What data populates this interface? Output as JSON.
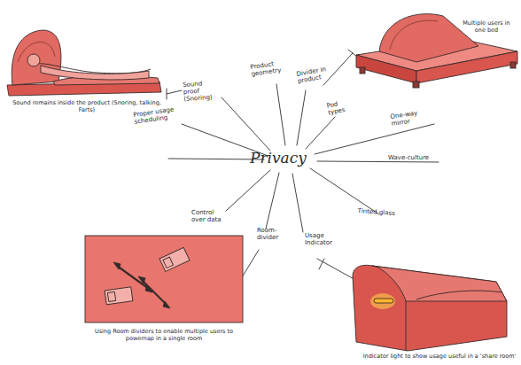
{
  "diagram": {
    "labels": [
      "Privacy",
      "Product geometry",
      "Divider in product",
      "Pod types",
      "One-way mirror",
      "Wave-culture",
      "Tinted glass",
      "Usage Indicator",
      "Room-divider",
      "Control over data",
      "Proper usage scheduling",
      "Sound proof (Snoring)",
      "Sound remains inside the product (Snoring, talking, Farts)",
      "Multiple users in one bed",
      "Using Room dividers to enable multiple users to powernap in a single room",
      "Indicator light to show usage useful in a 'share room'"
    ]
  }
}
